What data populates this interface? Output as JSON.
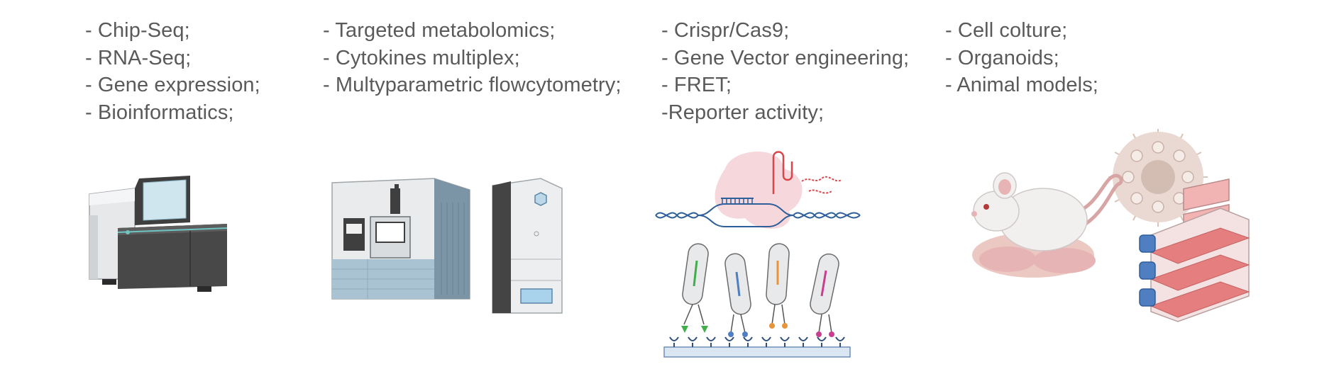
{
  "columns": [
    {
      "id": "sequencing",
      "items": [
        "- Chip-Seq;",
        "- RNA-Seq;",
        "- Gene expression;",
        "- Bioinformatics;"
      ]
    },
    {
      "id": "metabolomics",
      "items": [
        "- Targeted metabolomics;",
        "- Cytokines multiplex;",
        "- Multyparametric flowcytometry;"
      ]
    },
    {
      "id": "gene-engineering",
      "items": [
        "- Crispr/Cas9;",
        "- Gene Vector engineering;",
        "- FRET;",
        "-Reporter activity;"
      ]
    },
    {
      "id": "models",
      "items": [
        "- Cell colture;",
        "- Organoids;",
        "- Animal models;"
      ]
    }
  ],
  "illustrations": [
    {
      "id": "sequencer",
      "icon": "sequencer-machine-icon"
    },
    {
      "id": "mass-spec",
      "icon": "mass-spectrometer-icon"
    },
    {
      "id": "crispr",
      "icon": "crispr-cas9-reporter-icon"
    },
    {
      "id": "models",
      "icon": "mouse-organoid-flask-icon"
    }
  ],
  "colors": {
    "text": "#5a5a5a",
    "device_dark": "#4a4a4a",
    "device_light": "#e4e6e8",
    "screen": "#cfe6ee",
    "spec_blue": "#a9c3d2",
    "dna_blue": "#2f5f9a",
    "rna_red": "#d9474b",
    "cas_pink": "#f6d7dc",
    "mouse": "#f2efef",
    "mouse_pink": "#e6b4b4",
    "flask_red": "#e57f7f",
    "flask_cap": "#4f7fc0"
  }
}
